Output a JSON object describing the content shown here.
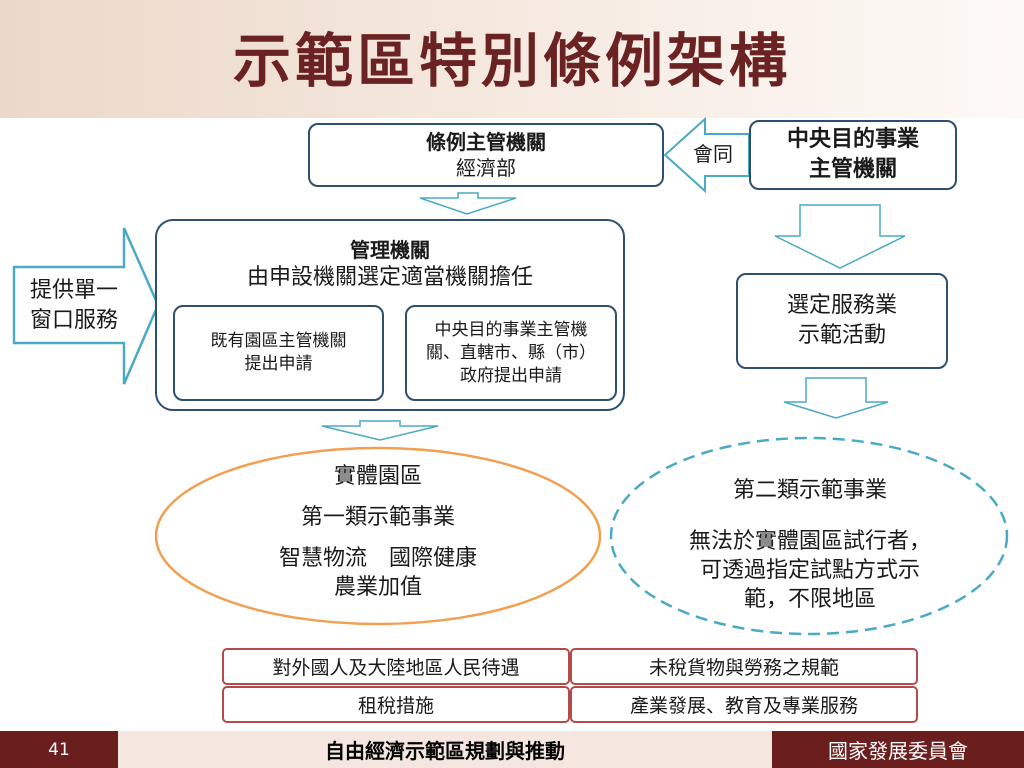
{
  "title": "示範區特別條例架構",
  "regulator": {
    "title": "條例主管機關",
    "subtitle": "經濟部"
  },
  "consult_label": "會同",
  "central": {
    "line1": "中央目的事業",
    "line2": "主管機關"
  },
  "management": {
    "title": "管理機關",
    "subtitle": "由申設機關選定適當機關擔任"
  },
  "single_window": {
    "line1": "提供單一",
    "line2": "窗口服務"
  },
  "existing_park": {
    "line1": "既有園區主管機關",
    "line2": "提出申請"
  },
  "gov_apply": {
    "line1": "中央目的事業主管機",
    "line2": "關、直轄市、縣（市）",
    "line3": "政府提出申請"
  },
  "select_service": {
    "line1": "選定服務業",
    "line2": "示範活動"
  },
  "physical_park": {
    "line1": "實體園區",
    "line2": "第一類示範事業",
    "line3": "智慧物流　國際健康",
    "line4": "農業加值"
  },
  "category2": {
    "title": "第二類示範事業",
    "line1": "無法於實體園區試行者，",
    "line2": "可透過指定試點方式示",
    "line3": "範，不限地區"
  },
  "bottom_boxes": [
    "對外國人及大陸地區人民待遇",
    "未稅貨物與勞務之規範",
    "租稅措施",
    "產業發展、教育及專業服務"
  ],
  "footer": {
    "page": "41",
    "center": "自由經濟示範區規劃與推動",
    "right": "國家發展委員會"
  },
  "colors": {
    "title": "#6b2222",
    "box_border": "#2f4f6f",
    "arrow": "#4aaac4",
    "oval_orange": "#f0a050",
    "oval_blue": "#4aaac4",
    "red_border": "#b44a4a",
    "footer_dark": "#6b1e1e"
  }
}
